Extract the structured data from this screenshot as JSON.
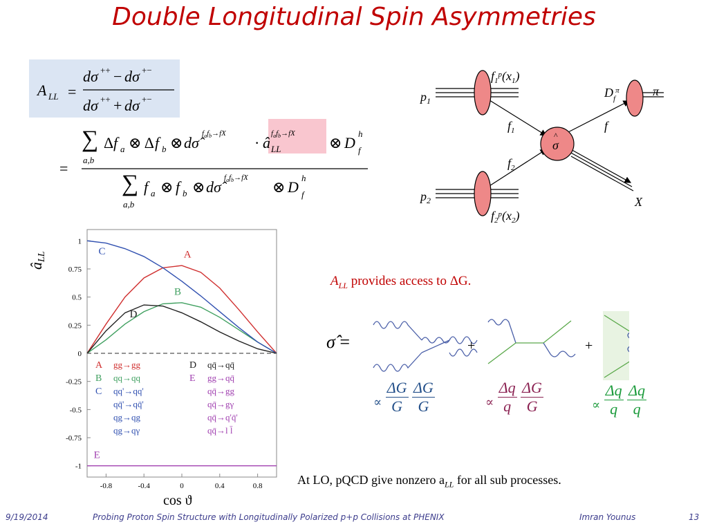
{
  "slide": {
    "title": "Double Longitudinal Spin Asymmetries"
  },
  "diagram": {
    "p1": "p",
    "p1_sub": "1",
    "p2": "p",
    "p2_sub": "2",
    "f1px1": "f",
    "f2px2": "f",
    "f1": "f",
    "f2": "f",
    "f_out": "f",
    "D": "D",
    "D_sub": "f",
    "D_sup": "π",
    "pi": "π",
    "X": "X",
    "sigma": "σ"
  },
  "chart_data": {
    "type": "line",
    "title": "",
    "ylabel": "â",
    "ylabel_sub": "LL",
    "xlabel": "cos ϑ",
    "xlim": [
      -1,
      1
    ],
    "ylim": [
      -1.1,
      1.1
    ],
    "xticks": [
      "-0.8",
      "-0.4",
      "0",
      "0.4",
      "0.8"
    ],
    "yticks": [
      "1",
      "0.75",
      "0.5",
      "0.25",
      "0",
      "-0.25",
      "-0.5",
      "-0.75",
      "-1"
    ],
    "x": [
      -1,
      -0.8,
      -0.6,
      -0.4,
      -0.2,
      0,
      0.2,
      0.4,
      0.6,
      0.8,
      1
    ],
    "series": [
      {
        "name": "A",
        "color": "#d03030",
        "values": [
          0,
          0.26,
          0.5,
          0.67,
          0.76,
          0.78,
          0.72,
          0.58,
          0.39,
          0.19,
          0
        ]
      },
      {
        "name": "B",
        "color": "#40a060",
        "values": [
          0,
          0.12,
          0.26,
          0.37,
          0.44,
          0.45,
          0.41,
          0.32,
          0.21,
          0.1,
          0
        ]
      },
      {
        "name": "C",
        "color": "#3050b0",
        "values": [
          1,
          0.98,
          0.93,
          0.86,
          0.76,
          0.64,
          0.51,
          0.37,
          0.23,
          0.1,
          0
        ]
      },
      {
        "name": "D",
        "color": "#202020",
        "values": [
          0,
          0.2,
          0.36,
          0.43,
          0.42,
          0.36,
          0.28,
          0.19,
          0.11,
          0.04,
          0
        ]
      },
      {
        "name": "E",
        "color": "#a040b0",
        "values": [
          -1,
          -1,
          -1,
          -1,
          -1,
          -1,
          -1,
          -1,
          -1,
          -1,
          -1
        ]
      }
    ],
    "legend": [
      {
        "label": "A",
        "color": "#d03030",
        "procs": [
          "gg→gg"
        ]
      },
      {
        "label": "B",
        "color": "#40a060",
        "procs": [
          "qq→qq"
        ]
      },
      {
        "label": "C",
        "color": "#3050b0",
        "procs": [
          "qq'→qq'",
          "qq̄'→qq̄'",
          "qg→qg",
          "qg→qγ"
        ]
      },
      {
        "label": "D",
        "color": "#202020",
        "procs": [
          "qq̄→qq̄"
        ]
      },
      {
        "label": "E",
        "color": "#a040b0",
        "procs": [
          "gg→qq̄",
          "qq̄→gg",
          "qq̄→gγ",
          "qq̄→q'q̄'",
          "qq̄→l l̄"
        ]
      }
    ],
    "curve_labels": [
      "A",
      "B",
      "C",
      "D",
      "E"
    ]
  },
  "texts": {
    "access_pre": "A",
    "access_sub": "LL",
    "access_post": "provides access to ΔG.",
    "sigma_eq": "=",
    "plus1": "+",
    "plus2": "+",
    "prop": "∝",
    "frac_num1": "ΔG",
    "frac_den1": "G",
    "frac_num2": "Δq",
    "frac_den2": "q",
    "lo_pre": "At LO, pQCD give nonzero a",
    "lo_sub": "LL",
    "lo_post": "for all sub processes."
  },
  "footer": {
    "date": "9/19/2014",
    "center": "Probing Proton Spin Structure with Longitudinally Polarized p+p Collisions at PHENIX",
    "author": "Imran Younus",
    "page": "13"
  }
}
